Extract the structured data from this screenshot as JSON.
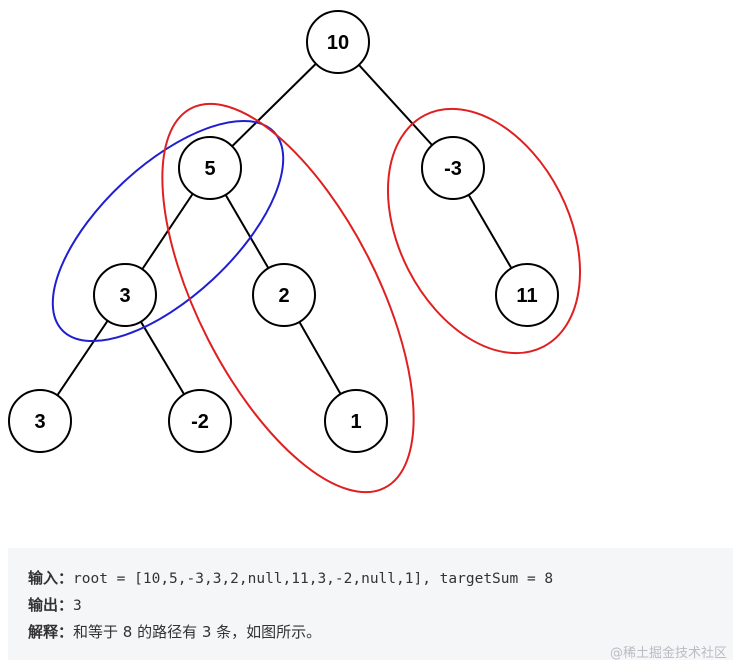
{
  "tree": {
    "nodes": [
      {
        "id": "n10",
        "label": "10"
      },
      {
        "id": "n5",
        "label": "5"
      },
      {
        "id": "nm3",
        "label": "-3"
      },
      {
        "id": "n3a",
        "label": "3"
      },
      {
        "id": "n2",
        "label": "2"
      },
      {
        "id": "n11",
        "label": "11"
      },
      {
        "id": "n3b",
        "label": "3"
      },
      {
        "id": "nm2",
        "label": "-2"
      },
      {
        "id": "n1",
        "label": "1"
      }
    ],
    "edges": [
      [
        "n10",
        "n5"
      ],
      [
        "n10",
        "nm3"
      ],
      [
        "n5",
        "n3a"
      ],
      [
        "n5",
        "n2"
      ],
      [
        "nm3",
        "n11"
      ],
      [
        "n3a",
        "n3b"
      ],
      [
        "n3a",
        "nm2"
      ],
      [
        "n2",
        "n1"
      ]
    ],
    "highlight_colors": {
      "blue": "#1f1fd0",
      "red": "#e02020"
    }
  },
  "example": {
    "input_label": "输入：",
    "input_value": "root = [10,5,-3,3,2,null,11,3,-2,null,1], targetSum = 8",
    "output_label": "输出：",
    "output_value": "3",
    "explain_label": "解释：",
    "explain_text": "和等于 8 的路径有 3 条，如图所示。"
  },
  "watermark": "@稀土掘金技术社区"
}
